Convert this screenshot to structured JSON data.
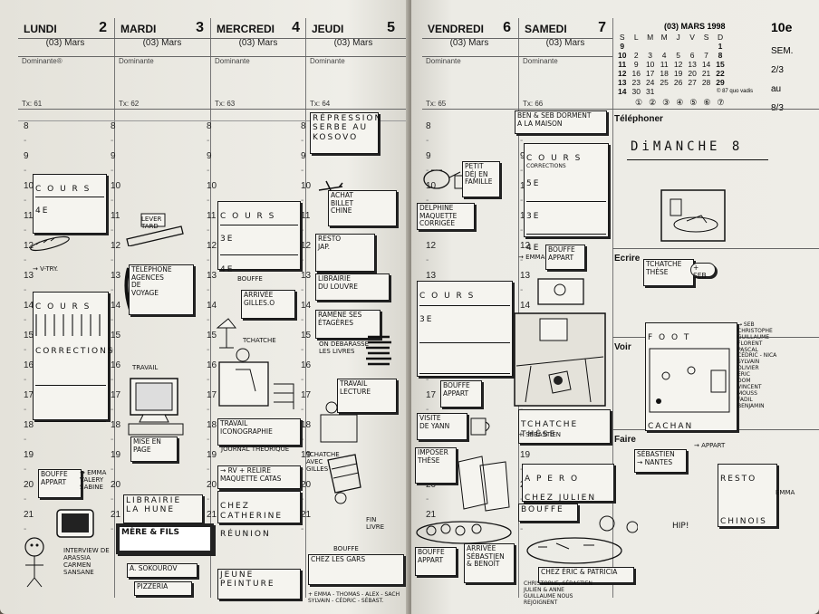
{
  "days": [
    {
      "name": "LUNDI",
      "num": "2",
      "month": "(03) Mars",
      "dominante": "Dominante®",
      "tx": "Tx: 61"
    },
    {
      "name": "MARDI",
      "num": "3",
      "month": "(03) Mars",
      "dominante": "Dominante",
      "tx": "Tx: 62"
    },
    {
      "name": "MERCREDI",
      "num": "4",
      "month": "(03) Mars",
      "dominante": "Dominante",
      "tx": "Tx: 63"
    },
    {
      "name": "JEUDI",
      "num": "5",
      "month": "(03) Mars",
      "dominante": "Dominante",
      "tx": "Tx: 64"
    },
    {
      "name": "VENDREDI",
      "num": "6",
      "month": "(03) Mars",
      "dominante": "Dominante",
      "tx": "Tx: 65"
    },
    {
      "name": "SAMEDI",
      "num": "7",
      "month": "(03) Mars",
      "dominante": "Dominante",
      "tx": "Tx: 66"
    }
  ],
  "hours": [
    "8",
    "9",
    "10",
    "11",
    "12",
    "13",
    "14",
    "15",
    "16",
    "17",
    "18",
    "19",
    "20",
    "21"
  ],
  "minical": {
    "title": "(03) MARS 1998",
    "week": "10e",
    "sem_label": "SEM.",
    "sem_range": [
      "2/3",
      "au",
      "8/3"
    ],
    "headers": [
      "S",
      "L",
      "M",
      "M",
      "J",
      "V",
      "S",
      "D"
    ],
    "rows": [
      [
        "9",
        "",
        "",
        "",
        "",
        "",
        "",
        "1"
      ],
      [
        "10",
        "2",
        "3",
        "4",
        "5",
        "6",
        "7",
        "8"
      ],
      [
        "11",
        "9",
        "10",
        "11",
        "12",
        "13",
        "14",
        "15"
      ],
      [
        "12",
        "16",
        "17",
        "18",
        "19",
        "20",
        "21",
        "22"
      ],
      [
        "13",
        "23",
        "24",
        "25",
        "26",
        "27",
        "28",
        "29"
      ],
      [
        "14",
        "30",
        "31",
        "",
        "",
        "",
        "",
        ""
      ]
    ],
    "moons": [
      "①",
      "②",
      "③",
      "④",
      "⑤",
      "⑥",
      "⑦"
    ],
    "copyright": "© 87 quo vadis"
  },
  "sections": {
    "telephoner": "Téléphoner",
    "ecrire": "Ecrire",
    "voir": "Voir",
    "faire": "Faire"
  },
  "dimanche": "DiMANCHE 8",
  "notes": {
    "lundi_cours": "C O U R S",
    "lundi_4e": "4e",
    "lundi_vtry": "→ V-TRY.",
    "lundi_cours2": "C O U R S",
    "lundi_corrections": "CORRECTIONS",
    "lundi_bouffe": "BOUFFE\nAPPART",
    "lundi_emma": "→ EMMA\nVALERY\nSABINE",
    "lundi_interview": "INTERVIEW DE\nARASSIA\nCARMEN\nSANSANE",
    "mardi_lever": "LEVER\nTARD",
    "mardi_telephone": "TÉLÉPHONE\nAGENCES\nDE\nVOYAGE",
    "mardi_travail": "TRAVAIL",
    "mardi_mise": "MISE EN\nPAGE",
    "mardi_librairie": "LIBRAIRIE\nLA HUNE",
    "mardi_film": "MÈRE & FILS",
    "mardi_sokourov": "A. SOKOUROV",
    "mardi_pizzeria": "PIZZERIA",
    "mercredi_cours": "C O U R S",
    "mercredi_3e": "3e",
    "mercredi_4e": "4e",
    "mercredi_bouffe": "BOUFFE",
    "mercredi_arrivee": "ARRIVÉE\nGILLES.O",
    "mercredi_tchatche": "TCHATCHE",
    "mercredi_travail": "TRAVAIL\nICONOGRAPHIE",
    "mercredi_journal": "JOURNAL THÉORIQUE",
    "mercredi_rv": "→ RV + RELIRE\nMAQUETTE CATAS",
    "mercredi_chez": "CHEZ CATHERINE",
    "mercredi_reunion": "RÉUNION",
    "mercredi_jeune": "JEUNE\nPEINTURE",
    "jeudi_repression": "RÉPRESSION\nSERBE AU\nKOSOVO",
    "jeudi_achat": "ACHAT\nBILLET\nCHINE",
    "jeudi_resto": "RESTO\nJAP.",
    "jeudi_librairie": "LIBRAIRIE\nDU LOUVRE",
    "jeudi_ramene": "RAMÈNE SES\nÉTAGÈRES",
    "jeudi_livres": "ON DÉBARASSE\nLES LIVRES",
    "jeudi_lecture": "TRAVAIL\nLECTURE",
    "jeudi_tchatche": "TCHATCHE\nAVEC\nGILLES",
    "jeudi_fin": "FIN\nLIVRE",
    "jeudi_bouffe": "BOUFFE",
    "jeudi_chez": "CHEZ LES GARS",
    "jeudi_names": "+ EMMA - THOMAS - ALEX - SACH\nSYLVAIN - CÉDRIC - SÉBAST.",
    "vendredi_petit": "PETIT\nDÉJ EN\nFAMILLE",
    "vendredi_delphine": "DELPHINE\nMAQUETTE\nCORRIGÉE",
    "vendredi_cours": "C O U R S",
    "vendredi_3e": "3e",
    "vendredi_bouffe": "BOUFFE\nAPPART",
    "vendredi_visite": "VISITE\nDE YANN",
    "vendredi_these": "IMPOSER\nTHÈSE",
    "vendredi_bouffe2": "BOUFFE\nAPPART",
    "vendredi_arrivee": "ARRIVÉE\nSÉBASTIEN\n& BENOÎT",
    "samedi_ben": "BEN & SEB DORMENT\nA LA MAISON",
    "samedi_cours": "C O U R S",
    "samedi_corrections": "CORRECTIONS",
    "samedi_5e": "5e",
    "samedi_3e": "3e",
    "samedi_4e": "4e",
    "samedi_bouffe": "BOUFFE\nAPPART",
    "samedi_emma": "→ EMMA",
    "samedi_tchatche": "TCHATCHE\nTHÈSE",
    "samedi_sebastien": "+ SÉBASTIEN",
    "samedi_apero": "A P E R O",
    "samedi_julien": "CHEZ JULIEN",
    "samedi_bouffe2": "BOUFFE",
    "samedi_eric": "CHEZ ÉRIC & PATRICIA",
    "samedi_names": "CHRISTOPHE, SÉBASTIEN\nJULIEN & ANNE\nGUILLAUME NOUS\nREJOIGNENT",
    "dim_tchatche": "TCHATCHE\nTHÈSE",
    "dim_seb": "+ SEB",
    "dim_foot": "F O O T",
    "dim_cachan": "CACHAN",
    "dim_names": "→ SEB\nCHRISTOPHE\nGUILLAUME\nFLORENT\nPASCAL\nCÉDRIC - NICA\nSYLVAIN\nOLIVIER\nERIC\nDOM\nVINCENT\nMOUSS\nFADIL\nBENJAMIN",
    "dim_appart": "→ APPART",
    "dim_sebastien": "SÉBASTIEN\n→ NANTES",
    "dim_resto": "RESTO",
    "dim_chinois": "CHINOIS",
    "dim_emma": "EMMA",
    "dim_hip": "HIP!"
  },
  "colors": {
    "paper": "#ecebe4",
    "ink": "#111111",
    "rule": "#666666"
  }
}
